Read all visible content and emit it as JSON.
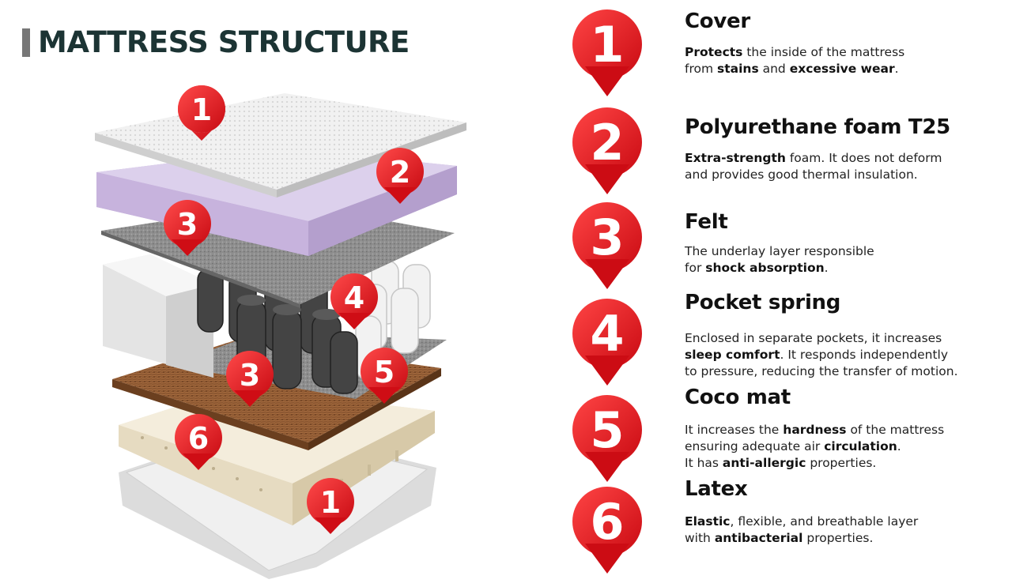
{
  "title": "MATTRESS STRUCTURE",
  "colors": {
    "pin_red": "#e3121b",
    "title": "#1c3434"
  },
  "image_labels": [
    "1",
    "2",
    "3",
    "4",
    "3",
    "5",
    "6",
    "1"
  ],
  "layers": [
    {
      "number": "1",
      "name": "Cover",
      "desc": [
        {
          "b": "Protects"
        },
        {
          "t": " the inside of the mattress"
        },
        {
          "br": true
        },
        {
          "t": "from "
        },
        {
          "b": "stains"
        },
        {
          "t": " and "
        },
        {
          "b": "excessive wear"
        },
        {
          "t": "."
        }
      ]
    },
    {
      "number": "2",
      "name": "Polyurethane foam T25",
      "desc": [
        {
          "b": "Extra-strength"
        },
        {
          "t": " foam. It does not deform"
        },
        {
          "br": true
        },
        {
          "t": "and provides good thermal insulation."
        }
      ]
    },
    {
      "number": "3",
      "name": "Felt",
      "desc": [
        {
          "t": "The underlay layer responsible"
        },
        {
          "br": true
        },
        {
          "t": "for "
        },
        {
          "b": "shock absorption"
        },
        {
          "t": "."
        }
      ]
    },
    {
      "number": "4",
      "name": "Pocket spring",
      "desc": [
        {
          "t": "Enclosed in separate pockets, it increases"
        },
        {
          "br": true
        },
        {
          "b": "sleep comfort"
        },
        {
          "t": ". It responds independently"
        },
        {
          "br": true
        },
        {
          "t": "to pressure, reducing the transfer of motion."
        }
      ]
    },
    {
      "number": "5",
      "name": "Coco mat",
      "desc": [
        {
          "t": "It increases the "
        },
        {
          "b": "hardness"
        },
        {
          "t": " of the mattress"
        },
        {
          "br": true
        },
        {
          "t": "ensuring adequate air "
        },
        {
          "b": "circulation"
        },
        {
          "t": "."
        },
        {
          "br": true
        },
        {
          "t": "It has "
        },
        {
          "b": "anti-allergic"
        },
        {
          "t": " properties."
        }
      ]
    },
    {
      "number": "6",
      "name": "Latex",
      "desc": [
        {
          "b": "Elastic"
        },
        {
          "t": ", flexible, and breathable layer"
        },
        {
          "br": true
        },
        {
          "t": "with "
        },
        {
          "b": "antibacterial"
        },
        {
          "t": " properties."
        }
      ]
    }
  ]
}
